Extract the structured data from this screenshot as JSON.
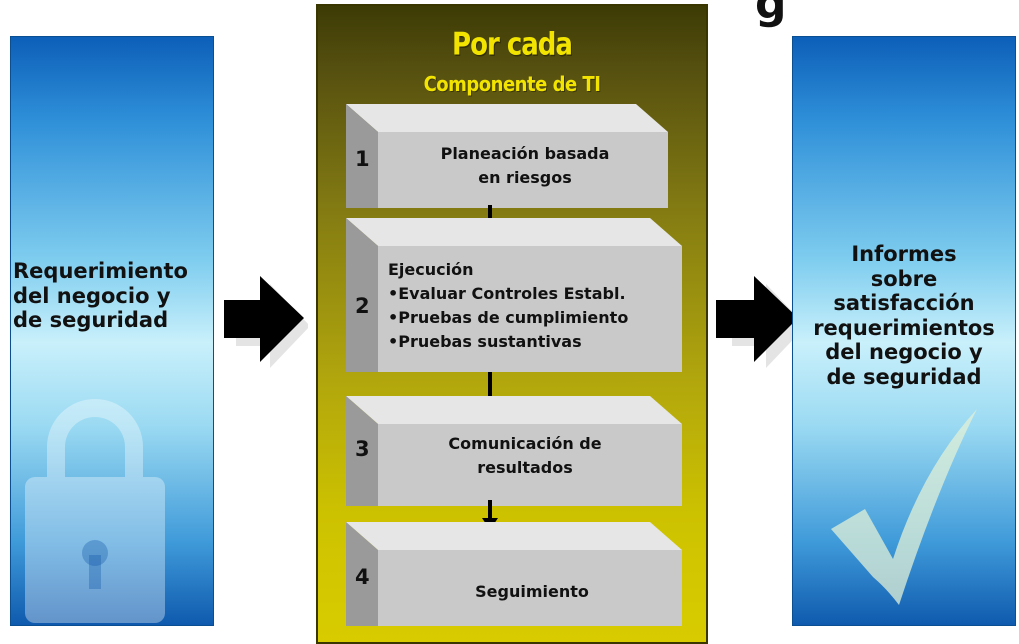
{
  "top_fragment": "g",
  "left_panel": {
    "text": "Requerimiento\ndel negocio y\nde seguridad"
  },
  "right_panel": {
    "text": "Informes\nsobre\nsatisfacción\nrequerimientos\ndel negocio y\nde seguridad"
  },
  "center": {
    "title": "Por cada",
    "subtitle": "Componente de TI",
    "steps": [
      {
        "number": "1",
        "label": "Planeación basada\nen riesgos"
      },
      {
        "number": "2",
        "heading": "Ejecución",
        "bullets": [
          "•Evaluar Controles Establ.",
          "•Pruebas de cumplimiento",
          "•Pruebas sustantivas"
        ]
      },
      {
        "number": "3",
        "label": "Comunicación de\nresultados"
      },
      {
        "number": "4",
        "label": "Seguimiento"
      }
    ]
  },
  "icons": {
    "left": "padlock-icon",
    "right": "checkmark-icon",
    "flow": "arrow-right-icon",
    "step_flow": "arrow-down-icon"
  },
  "colors": {
    "panel_blue": "#2e8fd8",
    "center_olive": "#837b12",
    "title_yellow": "#f2e400",
    "box_gray": "#c8c8c8"
  }
}
